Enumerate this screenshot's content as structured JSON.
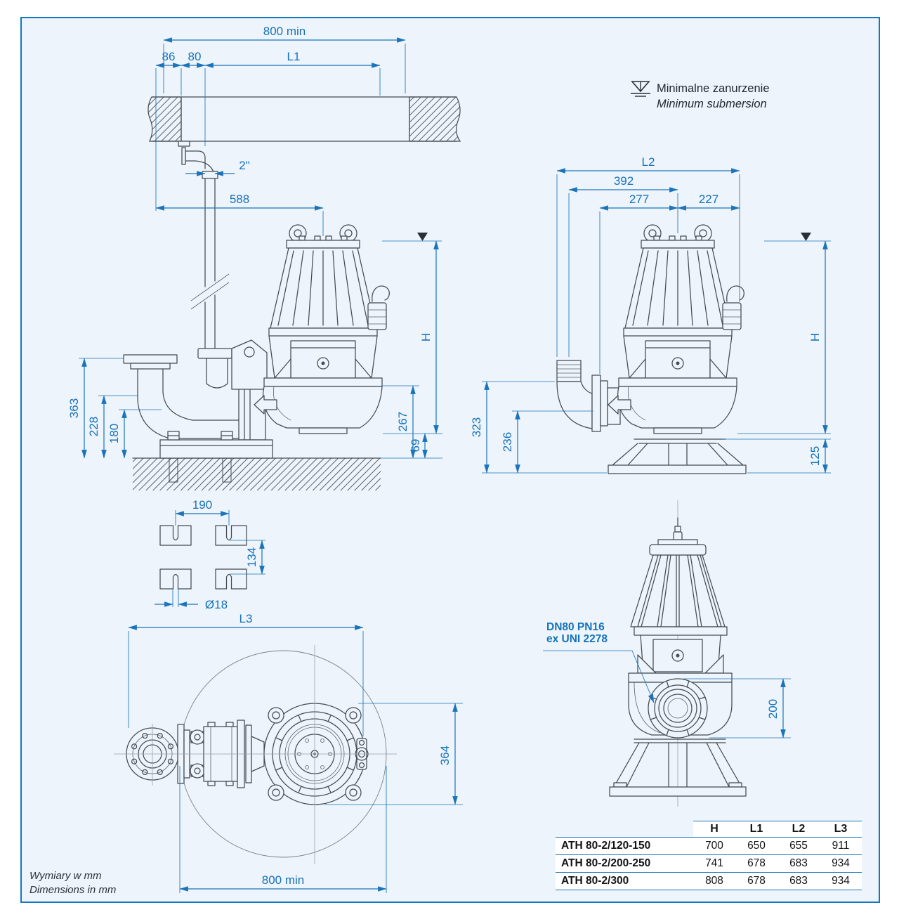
{
  "colors": {
    "panel_bg": "#edf4fb",
    "panel_border": "#0f79c2",
    "dimension_blue": "#1b74ba",
    "linework": "#454b53"
  },
  "legend": {
    "title_pl": "Minimalne zanurzenie",
    "title_en": "Minimum submersion"
  },
  "footer": {
    "note_pl": "Wymiary w mm",
    "note_en": "Dimensions in mm"
  },
  "views": {
    "guide_rail": {
      "clearance_top": "800 min",
      "wall_offset": "86",
      "anchor_to_pipe": "80",
      "l1": "L1",
      "guide_pipe": "2\"",
      "pipe_to_pump": "588",
      "flange_height": "363",
      "outlet_axis": "228",
      "foot_height": "180",
      "h": "H",
      "level_to_bottom": "267",
      "bottom_gap": "69"
    },
    "free_standing": {
      "l2": "L2",
      "hose_to_center": "392",
      "flange_to_center": "277",
      "center_to_gland": "227",
      "h": "H",
      "elbow_height": "323",
      "outlet_axis": "236",
      "suction_height": "125"
    },
    "anchor_slots": {
      "pitch_x": "190",
      "pitch_y": "134",
      "slot_dia": "Ø18"
    },
    "top_view": {
      "l3": "L3",
      "body_width": "364",
      "clearance": "800 min"
    },
    "front_view": {
      "flange_line1": "DN80 PN16",
      "flange_line2": "ex UNI 2278",
      "outlet_height": "200"
    }
  },
  "table": {
    "headers": [
      "H",
      "L1",
      "L2",
      "L3"
    ],
    "rows": [
      {
        "model": "ATH 80-2/120-150",
        "values": [
          "700",
          "650",
          "655",
          "911"
        ]
      },
      {
        "model": "ATH 80-2/200-250",
        "values": [
          "741",
          "678",
          "683",
          "934"
        ]
      },
      {
        "model": "ATH 80-2/300",
        "values": [
          "808",
          "678",
          "683",
          "934"
        ]
      }
    ]
  }
}
